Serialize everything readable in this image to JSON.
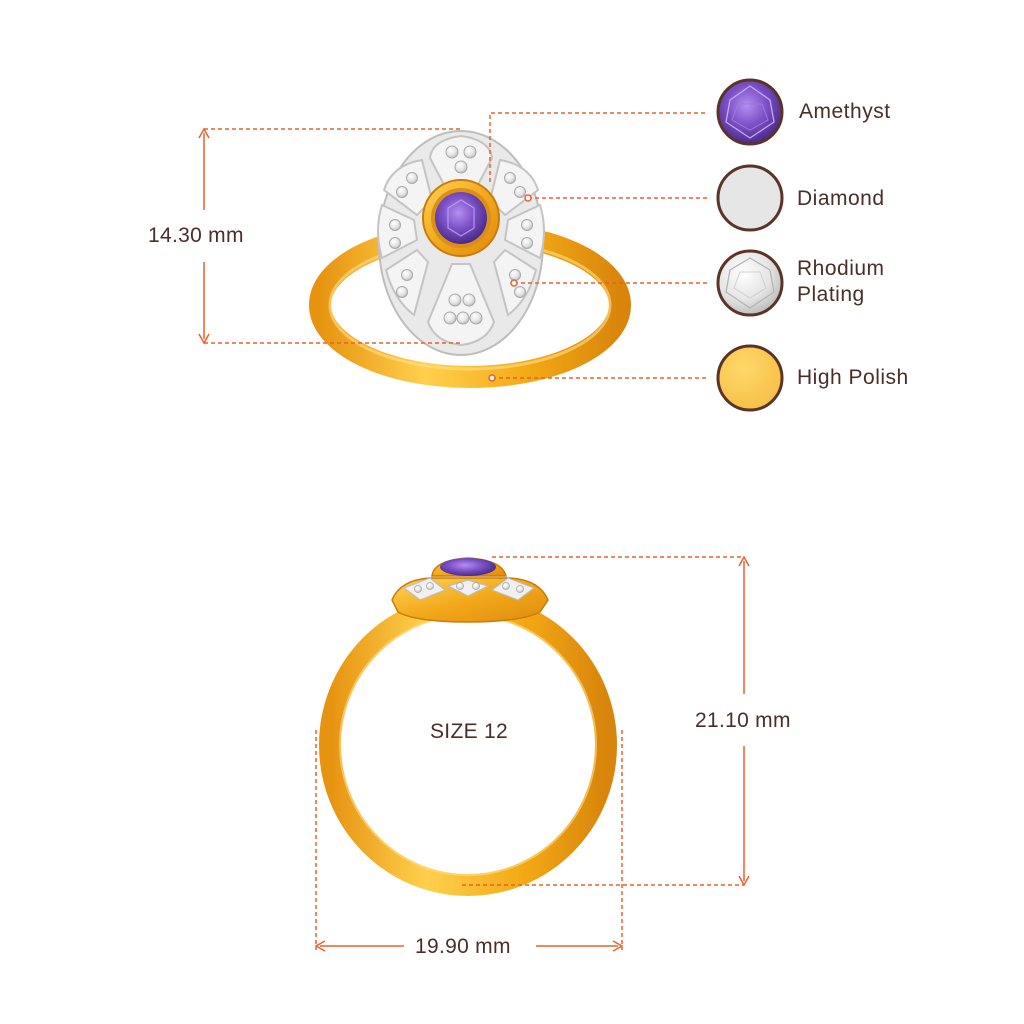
{
  "dimensions": {
    "top_height": "14.30 mm",
    "front_height": "21.10 mm",
    "front_width": "19.90 mm",
    "size": "SIZE 12"
  },
  "legend": [
    {
      "label": "Amethyst",
      "icon": "amethyst-swatch-icon",
      "color": "#7e52c8"
    },
    {
      "label": "Diamond",
      "icon": "diamond-swatch-icon",
      "color": "#e6e6e6"
    },
    {
      "label": "Rhodium\nPlating",
      "icon": "rhodium-swatch-icon",
      "color": "#f2f2f2"
    },
    {
      "label": "High Polish",
      "icon": "high-polish-swatch-icon",
      "color": "#f9c955"
    }
  ],
  "colors": {
    "leader_line": "#e8612c",
    "text": "#4a2e28",
    "gold": "#f2b21e",
    "gold_dark": "#d98b0a",
    "amethyst": "#7e52c8",
    "swatch_border": "#5a3429"
  }
}
